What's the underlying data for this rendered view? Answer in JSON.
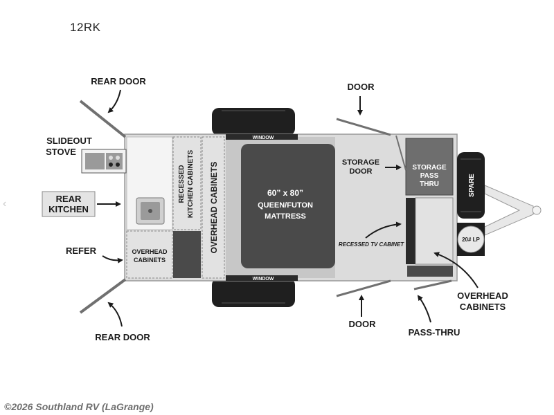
{
  "model": "12RK",
  "watermark": "©2026 Southland RV (LaGrange)",
  "labels": {
    "rear_door_top": "REAR DOOR",
    "rear_door_bottom": "REAR DOOR",
    "slideout_stove_line1": "SLIDEOUT",
    "slideout_stove_line2": "STOVE",
    "rear_kitchen_line1": "REAR",
    "rear_kitchen_line2": "KITCHEN",
    "refer": "REFER",
    "overhead_cabinets_small_line1": "OVERHEAD",
    "overhead_cabinets_small_line2": "CABINETS",
    "recessed_kitchen_line1": "RECESSED",
    "recessed_kitchen_line2": "KITCHEN CABINETS",
    "overhead_cabinets_vertical": "OVERHEAD CABINETS",
    "window_top": "WINDOW",
    "window_bottom": "WINDOW",
    "mattress_line1": "60” x 80”",
    "mattress_line2": "QUEEN/FUTON",
    "mattress_line3": "MATTRESS",
    "door_top": "DOOR",
    "door_bottom": "DOOR",
    "storage_door_line1": "STORAGE",
    "storage_door_line2": "DOOR",
    "storage_pass_line1": "STORAGE",
    "storage_pass_line2": "PASS",
    "storage_pass_line3": "THRU",
    "recessed_tv": "RECESSED TV CABINET",
    "spare": "SPARE",
    "lp_tank": "20# LP",
    "overhead_cabinets_right_line1": "OVERHEAD",
    "overhead_cabinets_right_line2": "CABINETS",
    "pass_thru": "PASS-THRU"
  },
  "icons": {
    "nav": "chevron-left-icon"
  },
  "colors": {
    "trailer_body": "#dcdcdc",
    "dark_gray": "#4a4a4a",
    "tire": "#1f1f1f",
    "storage_box": "#6e6e6e"
  }
}
